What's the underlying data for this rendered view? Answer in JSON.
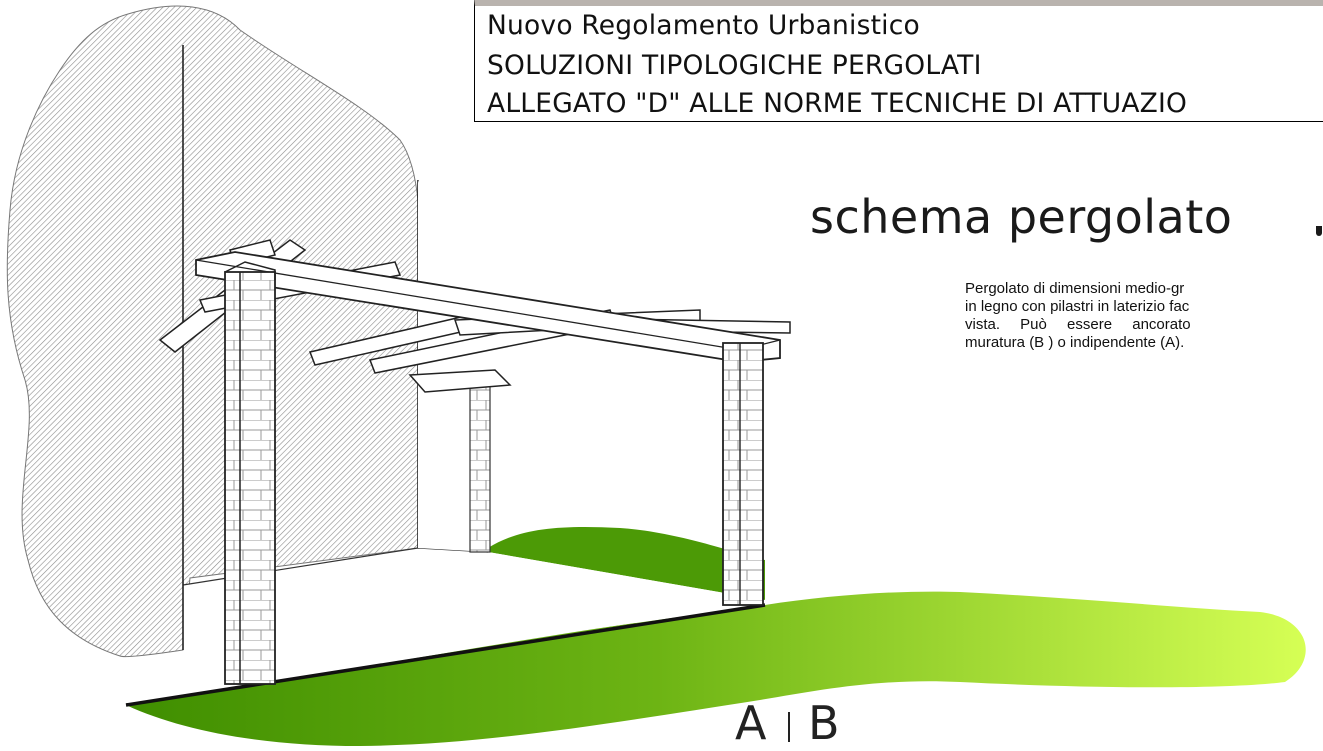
{
  "header": {
    "line1": "Nuovo Regolamento Urbanistico",
    "line2": "SOLUZIONI TIPOLOGICHE PERGOLATI",
    "line3": "ALLEGATO \"D\" ALLE NORME TECNICHE DI ATTUAZIO"
  },
  "schema": {
    "title": "schema pergolato"
  },
  "description": {
    "line1": "Pergolato di dimensioni medio-gr",
    "line2": "in legno con pilastri in laterizio fac",
    "line3": "vista.  Può  essere  ancorato",
    "line4": "muratura  (B ) o indipendente (A)."
  },
  "variants": {
    "a": "A",
    "b": "B"
  },
  "colors": {
    "lawn_dark": "#3f8e00",
    "lawn_light": "#d6ff55",
    "wall_hatch": "#9a9a9a",
    "header_rule": "#b9b3ae"
  }
}
